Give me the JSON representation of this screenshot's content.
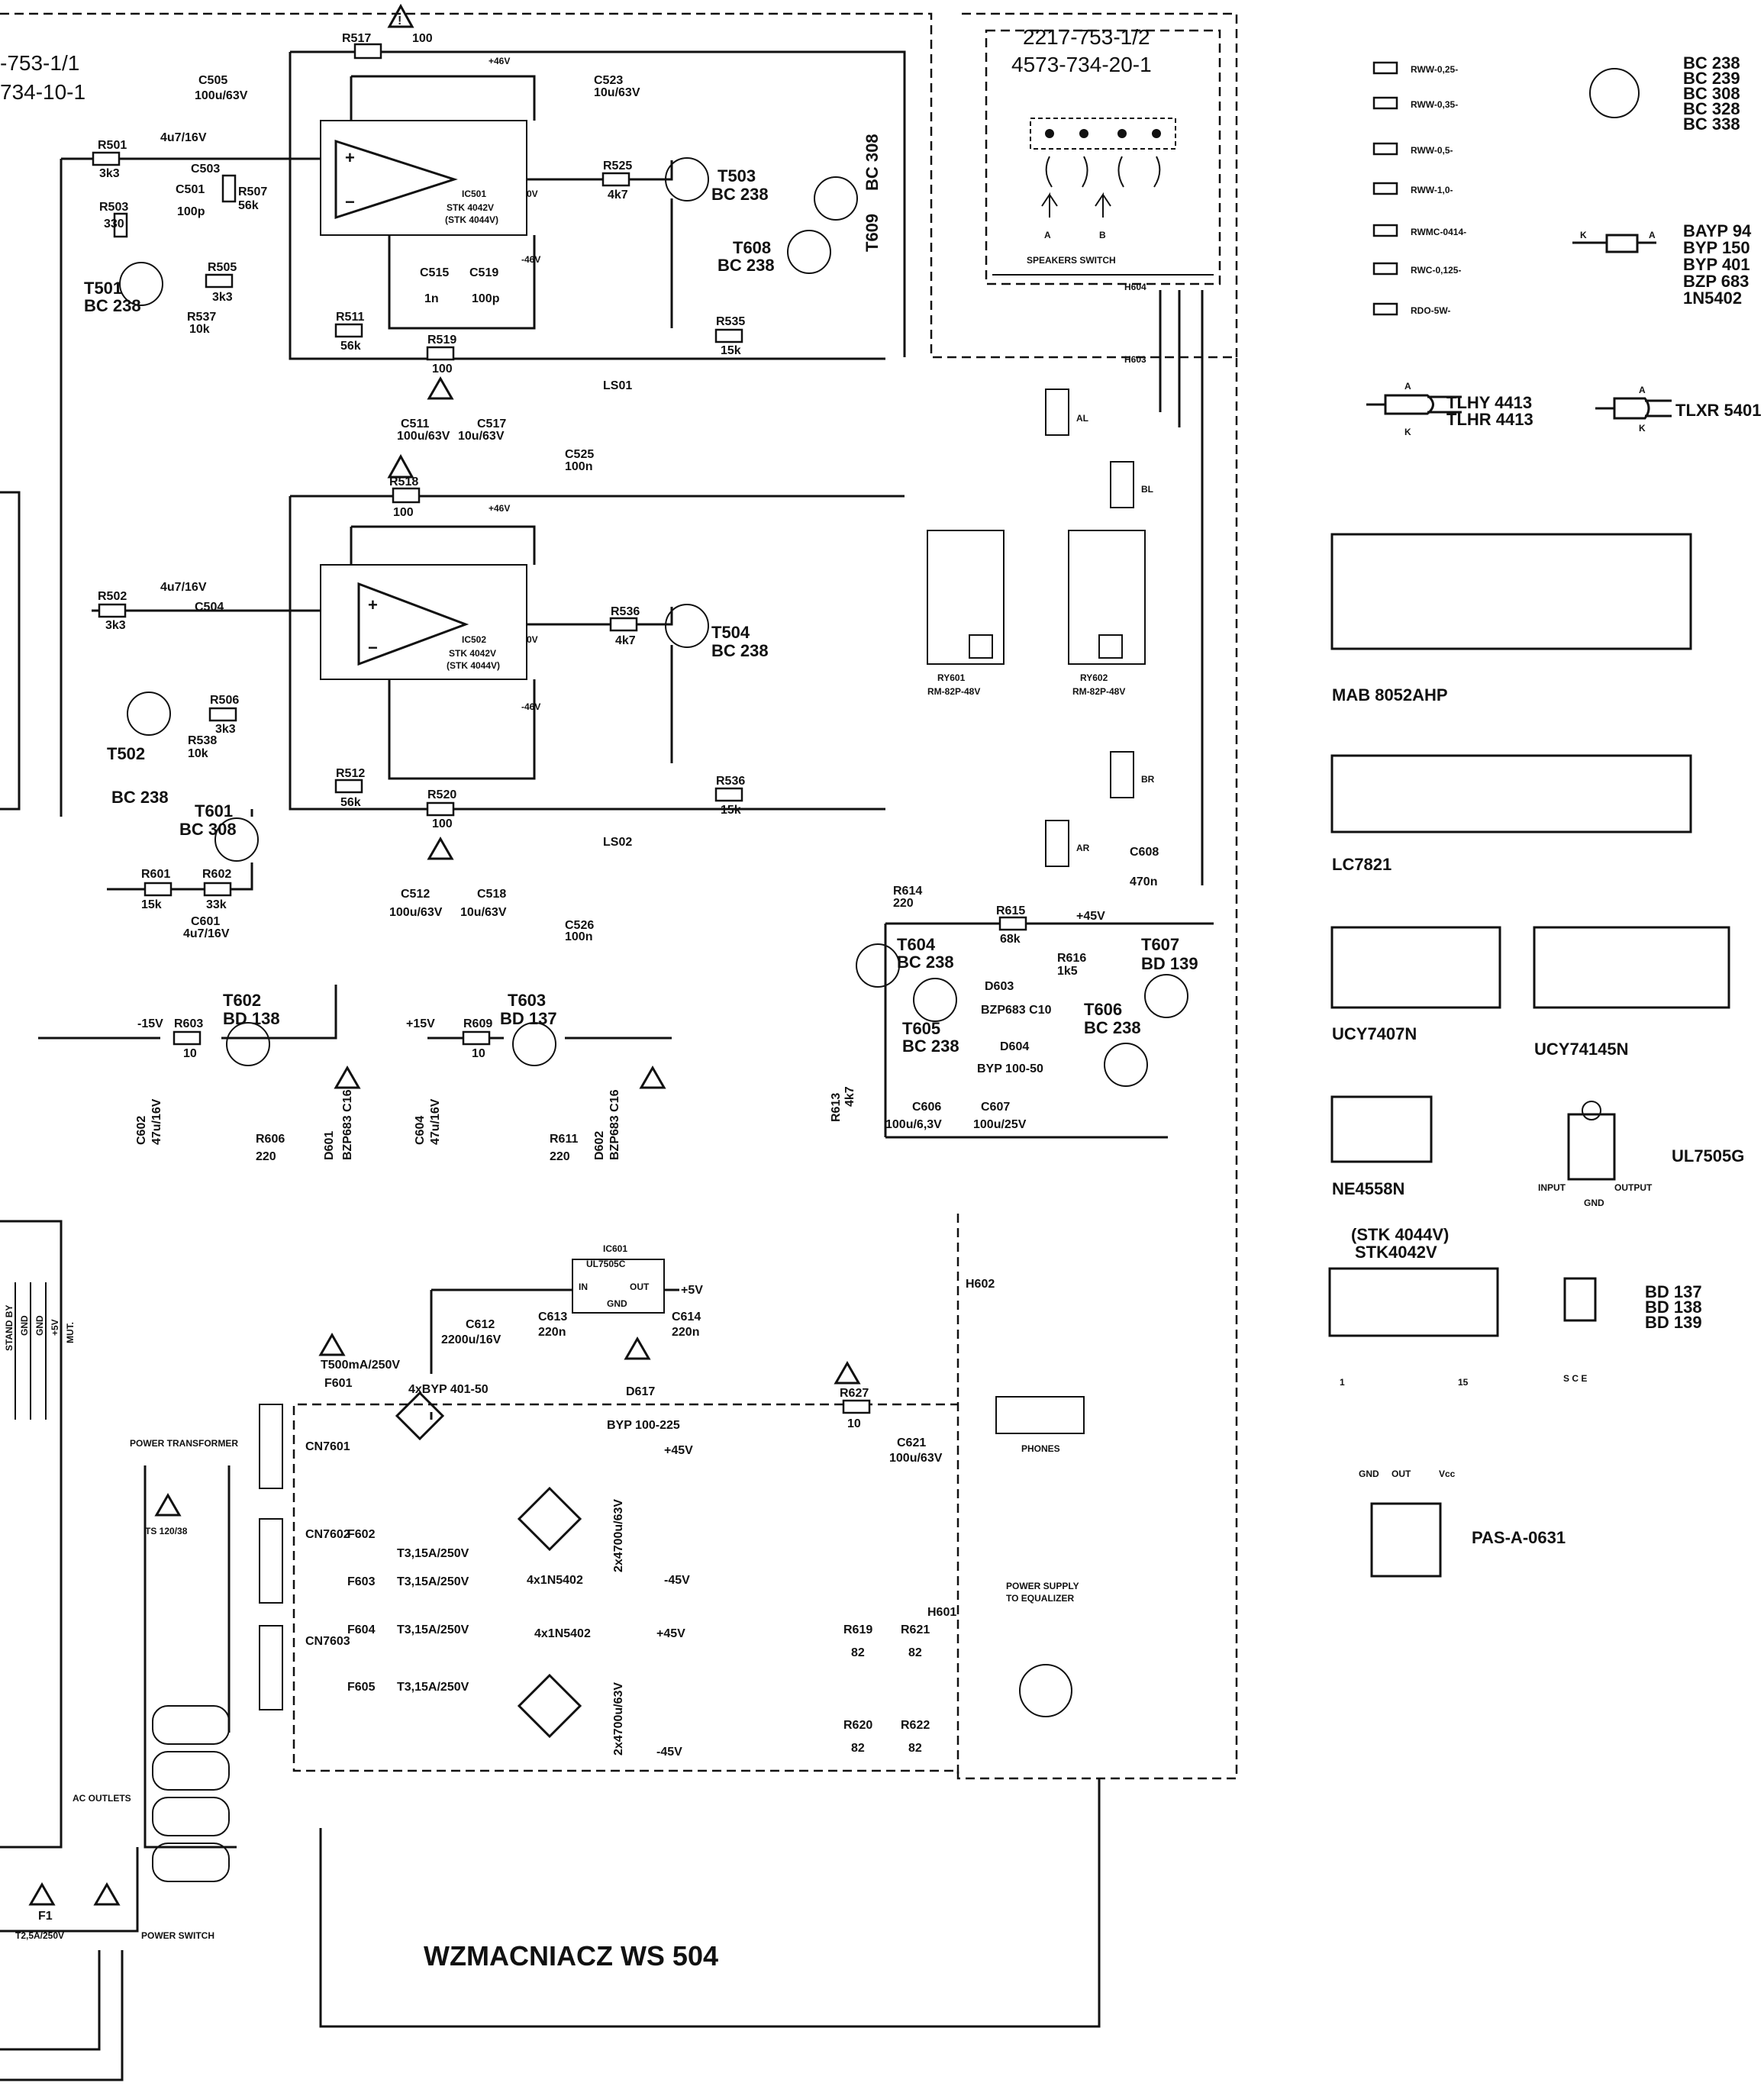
{
  "board": {
    "code_left_a": "-753-1/1",
    "code_left_b": "734-10-1",
    "code_right_a": "2217-753-1/2",
    "code_right_b": "4573-734-20-1",
    "speakers_switch": "SPEAKERS SWITCH",
    "switch_a": "A",
    "switch_b": "B"
  },
  "title": "WZMACNIACZ WS 504",
  "labels": {
    "power_transformer": "POWER TRANSFORMER",
    "ts": "TS 120/38",
    "ac_outlets": "AC OUTLETS",
    "power_switch": "POWER SWITCH",
    "phones": "PHONES",
    "power_supply": "POWER SUPPLY",
    "to_equalizer": "TO EQUALIZER",
    "stand_by": "STAND BY",
    "gnd1": "GND",
    "gnd2": "GND",
    "plus5v": "+5V",
    "mut": "MUT."
  },
  "ic": {
    "ic501_name": "IC501",
    "ic501_type": "STK 4042V",
    "ic501_alt": "(STK 4044V)",
    "ic502_name": "IC502",
    "ic502_type": "STK 4042V",
    "ic502_alt": "(STK 4044V)",
    "ic601_name": "IC601",
    "ic601_type": "UL7505C",
    "ic601_in": "IN",
    "ic601_out": "OUT",
    "ic601_gnd": "GND",
    "out_label": "0V",
    "plus_rail": "+46V",
    "minus_rail": "-46V"
  },
  "transistors": {
    "t501": "T501",
    "t501_type": "BC 238",
    "t502": "T502",
    "t502_type": "BC 238",
    "t503": "T503",
    "t503_type": "BC 238",
    "t504": "T504",
    "t504_type": "BC 238",
    "t601": "T601",
    "t601_type": "BC 308",
    "t602": "T602",
    "t602_type": "BD 138",
    "t603": "T603",
    "t603_type": "BD 137",
    "t604": "T604",
    "t604_type": "BC 238",
    "t605": "T605",
    "t605_type": "BC 238",
    "t606": "T606",
    "t606_type": "BC 238",
    "t607": "T607",
    "t607_type": "BD 139",
    "t608": "T608",
    "t608_type": "BC 238",
    "t609": "T609",
    "t609_type": "BC 308"
  },
  "parts": {
    "r517": "R517",
    "r517_v": "100",
    "r501": "R501",
    "r501_v": "3k3",
    "r503": "R503",
    "r503_v": "330",
    "r507": "R507",
    "r507_v": "56k",
    "r505": "R505",
    "r505_v": "3k3",
    "r537": "R537",
    "r537_v": "10k",
    "r511": "R511",
    "r511_v": "56k",
    "r519": "R519",
    "r519_v": "100",
    "r525": "R525",
    "r525_v": "4k7",
    "r535": "R535",
    "r535_v": "15k",
    "c505": "C505",
    "c505_v": "100u/63V",
    "c501": "C501",
    "c501_v": "100p",
    "c503": "C503",
    "c503_v": "4u7/16V",
    "c515": "C515",
    "c515_v": "1n",
    "c519": "C519",
    "c519_v": "100p",
    "c511": "C511",
    "c511_v": "100u/63V",
    "c517": "C517",
    "c517_v": "10u/63V",
    "c523": "C523",
    "c523_v": "10u/63V",
    "c525": "C525",
    "c525_v": "100n",
    "r518": "R518",
    "r518_v": "100",
    "r502": "R502",
    "r502_v": "3k3",
    "r506": "R506",
    "r506_v": "3k3",
    "r538": "R538",
    "r538_v": "10k",
    "r512": "R512",
    "r512_v": "56k",
    "r520": "R520",
    "r520_v": "100",
    "r536": "R536",
    "r536_v": "4k7",
    "r536b": "R536",
    "r536b_v": "15k",
    "c504": "C504",
    "c504_v": "4u7/16V",
    "c512": "C512",
    "c512_v": "100u/63V",
    "c518": "C518",
    "c518_v": "10u/63V",
    "c526": "C526",
    "c526_v": "100n",
    "r601": "R601",
    "r601_v": "15k",
    "r602": "R602",
    "r602_v": "33k",
    "c601": "C601",
    "c601_v": "4u7/16V",
    "r603": "R603",
    "r603_v": "10",
    "r609": "R609",
    "r609_v": "10",
    "r606": "R606",
    "r606_v": "220",
    "r611": "R611",
    "r611_v": "220",
    "c602": "C602",
    "c602_v": "47u/16V",
    "c604": "C604",
    "c604_v": "47u/16V",
    "d601": "D601",
    "d601_v": "BZP683 C16",
    "d602": "D602",
    "d602_v": "BZP683 C16",
    "r614": "R614",
    "r614_v": "220",
    "r615": "R615",
    "r615_v": "68k",
    "r616": "R616",
    "r616_v": "1k5",
    "d603": "D603",
    "d603_v": "BZP683 C10",
    "d604": "D604",
    "d604_v": "BYP 100-50",
    "c606": "C606",
    "c606_v": "100u/6,3V",
    "c607": "C607",
    "c607_v": "100u/25V",
    "r613": "R613",
    "r613_v": "4k7",
    "c608": "C608",
    "c608_v": "470n",
    "plus15v": "+15V",
    "minus15v": "-15V",
    "plus45v": "+45V",
    "minus45v": "-45V",
    "plus5v": "+5V",
    "c612": "C612",
    "c612_v": "2200u/16V",
    "c613": "C613",
    "c613_v": "220n",
    "c614": "C614",
    "c614_v": "220n",
    "d617": "D617",
    "d617_v": "BYP 100-225",
    "r627": "R627",
    "r627_v": "10",
    "c621": "C621",
    "c621_v": "100u/63V",
    "f601": "F601",
    "f601_v": "T500mA/250V",
    "f602": "F602",
    "f602_v": "T3,15A/250V",
    "f603": "F603",
    "f603_v": "T3,15A/250V",
    "f604": "F604",
    "f604_v": "T3,15A/250V",
    "f605": "F605",
    "f605_v": "T3,15A/250V",
    "f1": "F1",
    "f1_v": "T2,5A/250V",
    "bridge1": "4xBYP 401-50",
    "bridge2": "4x1N5402",
    "bridge3": "4x1N5402",
    "c615_v": "2x4700u/63V",
    "c617_v": "2x4700u/63V",
    "r619": "R619",
    "r619_v": "82",
    "r620": "R620",
    "r620_v": "82",
    "r621": "R621",
    "r621_v": "82",
    "r622": "R622",
    "r622_v": "82",
    "cn601": "CN7601",
    "cn602": "CN7602",
    "cn603": "CN7603",
    "h601": "H601",
    "h602": "H602",
    "h603": "H603",
    "h604": "H604",
    "ry601": "RY601",
    "ry601_v": "RM-82P-48V",
    "ry602": "RY602",
    "ry602_v": "RM-82P-48V",
    "al": "AL",
    "bl": "BL",
    "br": "BR",
    "ar": "AR",
    "ls501": "LS01",
    "ls502": "LS02"
  },
  "legend": {
    "res_types": [
      "RWW-0,25-",
      "RWW-0,35-",
      "RWW-0,5-",
      "RWW-1,0-",
      "RWMC-0414-",
      "RWC-0,125-",
      "RDO-5W-"
    ],
    "bc_types": [
      "BC 238",
      "BC 239",
      "BC 308",
      "BC 328",
      "BC 338"
    ],
    "diode_types": [
      "BAYP 94",
      "BYP 150",
      "BYP 401",
      "BZP 683",
      "1N5402"
    ],
    "diode_k": "K",
    "diode_a": "A",
    "led1_a": "TLHY 4413",
    "led1_b": "TLHR 4413",
    "led2": "TLXR 5401",
    "led_a": "A",
    "led_k": "K",
    "mcu": "MAB 8052AHP",
    "lc": "LC7821",
    "ucy1": "UCY7407N",
    "ucy2": "UCY74145N",
    "ne": "NE4558N",
    "ul": "UL7505G",
    "ul_in": "INPUT",
    "ul_out": "OUTPUT",
    "ul_gnd": "GND",
    "stk_a": "(STK 4044V)",
    "stk_b": "STK4042V",
    "stk_pin1": "1",
    "stk_pin15": "15",
    "bd_types": [
      "BD 137",
      "BD 138",
      "BD 139"
    ],
    "bd_pins": "S C E",
    "pas_gnd": "GND",
    "pas_out": "OUT",
    "pas_vcc": "Vcc",
    "pas": "PAS-A-0631"
  }
}
